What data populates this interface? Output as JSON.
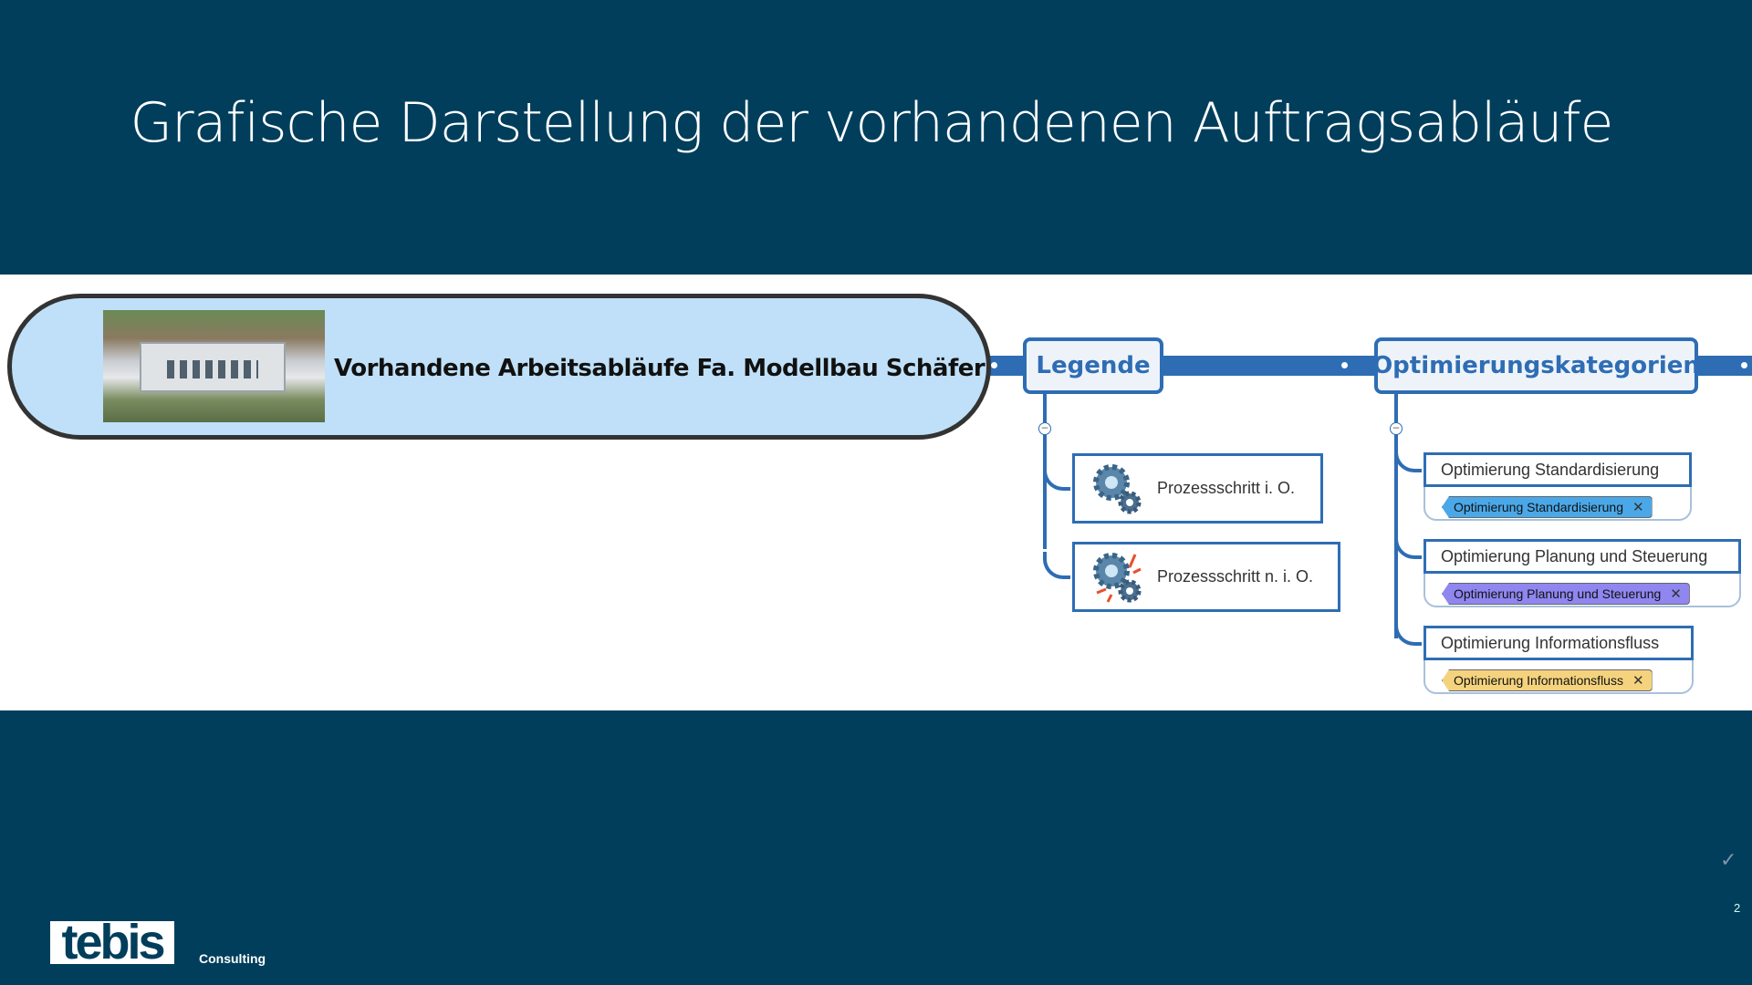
{
  "slide": {
    "title": "Grafische Darstellung der vorhandenen Auftragsabläufe",
    "page_number": "2"
  },
  "map": {
    "central_topic": "Vorhandene Arbeitsabläufe Fa. Modellbau Schäfer",
    "legend": {
      "title": "Legende",
      "items": [
        {
          "label": "Prozessschritt i. O.",
          "icon": "gears-icon"
        },
        {
          "label": "Prozessschritt n. i. O.",
          "icon": "gears-broken-icon"
        }
      ]
    },
    "categories": {
      "title": "Optimierungskategorien",
      "items": [
        {
          "label": "Optimierung Standardisierung",
          "tag": "Optimierung Standardisierung",
          "color": "#4aa8e8"
        },
        {
          "label": "Optimierung Planung und Steuerung",
          "tag": "Optimierung Planung und Steuerung",
          "color": "#8f86f0"
        },
        {
          "label": "Optimierung Informationsfluss",
          "tag": "Optimierung Informationsfluss",
          "color": "#f5d37e"
        }
      ]
    }
  },
  "footer": {
    "logo": "tebis",
    "logo_sub": "Consulting"
  }
}
